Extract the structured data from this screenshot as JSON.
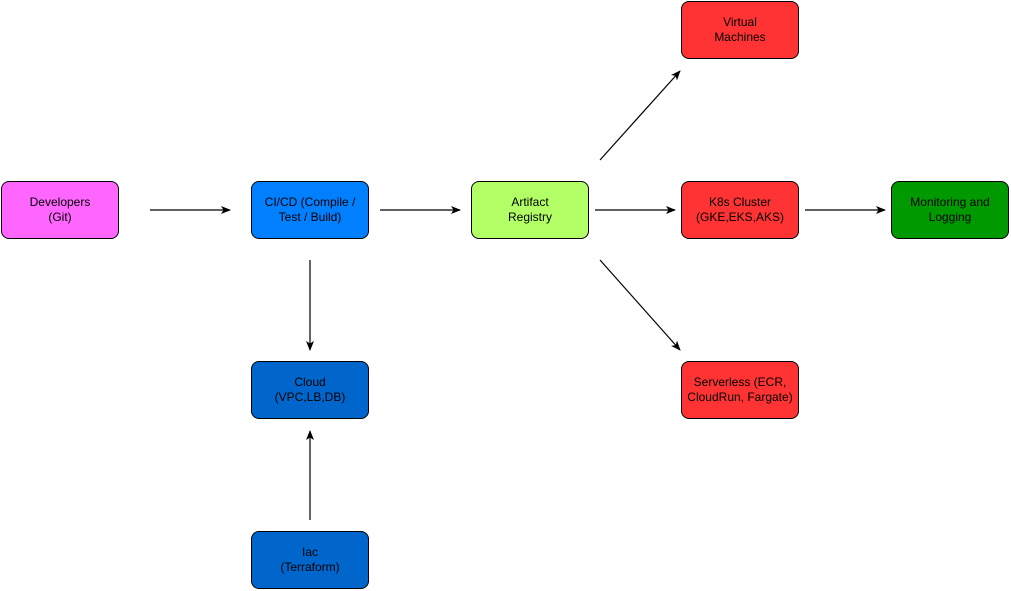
{
  "nodes": {
    "developers": {
      "label": "Developers\n(Git)",
      "color": "#FF66FF"
    },
    "cicd": {
      "label": "CI/CD (Compile / Test / Build)",
      "color": "#007FFF"
    },
    "artifact": {
      "label": "Artifact\nRegistry",
      "color": "#B3FF66"
    },
    "vms": {
      "label": "Virtual\nMachines",
      "color": "#FF3333"
    },
    "k8s": {
      "label": "K8s Cluster\n(GKE,EKS,AKS)",
      "color": "#FF3333"
    },
    "monitoring": {
      "label": "Monitoring and Logging",
      "color": "#009900"
    },
    "cloud": {
      "label": "Cloud\n(VPC,LB,DB)",
      "color": "#0066CC"
    },
    "serverless": {
      "label": "Serverless (ECR, CloudRun, Fargate)",
      "color": "#FF3333"
    },
    "iac": {
      "label": "Iac\n(Terraform)",
      "color": "#0066CC"
    }
  },
  "edges": [
    {
      "from": "developers",
      "to": "cicd"
    },
    {
      "from": "cicd",
      "to": "artifact"
    },
    {
      "from": "cicd",
      "to": "cloud"
    },
    {
      "from": "iac",
      "to": "cloud"
    },
    {
      "from": "artifact",
      "to": "vms"
    },
    {
      "from": "artifact",
      "to": "k8s"
    },
    {
      "from": "artifact",
      "to": "serverless"
    },
    {
      "from": "k8s",
      "to": "monitoring"
    }
  ],
  "colors": {
    "edge": "#000000",
    "border": "#000000"
  }
}
